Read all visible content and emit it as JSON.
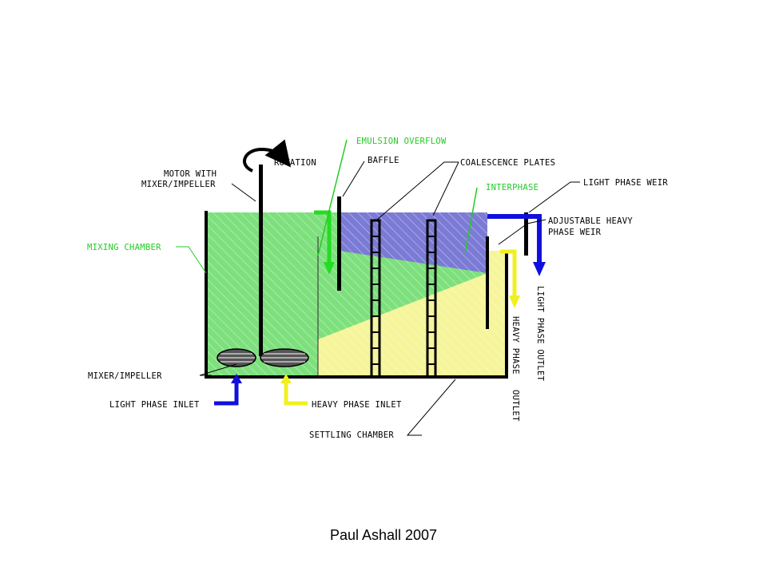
{
  "labels": {
    "rotation": "ROTATION",
    "motor_line1": "MOTOR WITH",
    "motor_line2": "MIXER/IMPELLER",
    "mixing_chamber": "MIXING CHAMBER",
    "emulsion_overflow": "EMULSION OVERFLOW",
    "baffle": "BAFFLE",
    "coalescence_plates": "COALESCENCE PLATES",
    "interphase": "INTERPHASE",
    "light_phase_weir": "LIGHT PHASE WEIR",
    "adjustable_line1": "ADJUSTABLE HEAVY",
    "adjustable_line2": "PHASE WEIR",
    "light_phase_outlet": "LIGHT PHASE OUTLET",
    "heavy_phase_outlet_line1": "HEAVY PHASE",
    "heavy_phase_outlet_line2": "OUTLET",
    "mixer_impeller": "MIXER/IMPELLER",
    "light_phase_inlet": "LIGHT PHASE INLET",
    "heavy_phase_inlet": "HEAVY PHASE INLET",
    "settling_chamber": "SETTLING CHAMBER"
  },
  "footer": {
    "credit": "Paul Ashall 2007"
  },
  "colors": {
    "green_phase": "#7de07d",
    "blue_phase": "#7b7bd6",
    "yellow_phase": "#f6f59a",
    "light_flow": "#1010dd",
    "heavy_flow": "#f0f020",
    "highlight_label": "#22cc22"
  }
}
